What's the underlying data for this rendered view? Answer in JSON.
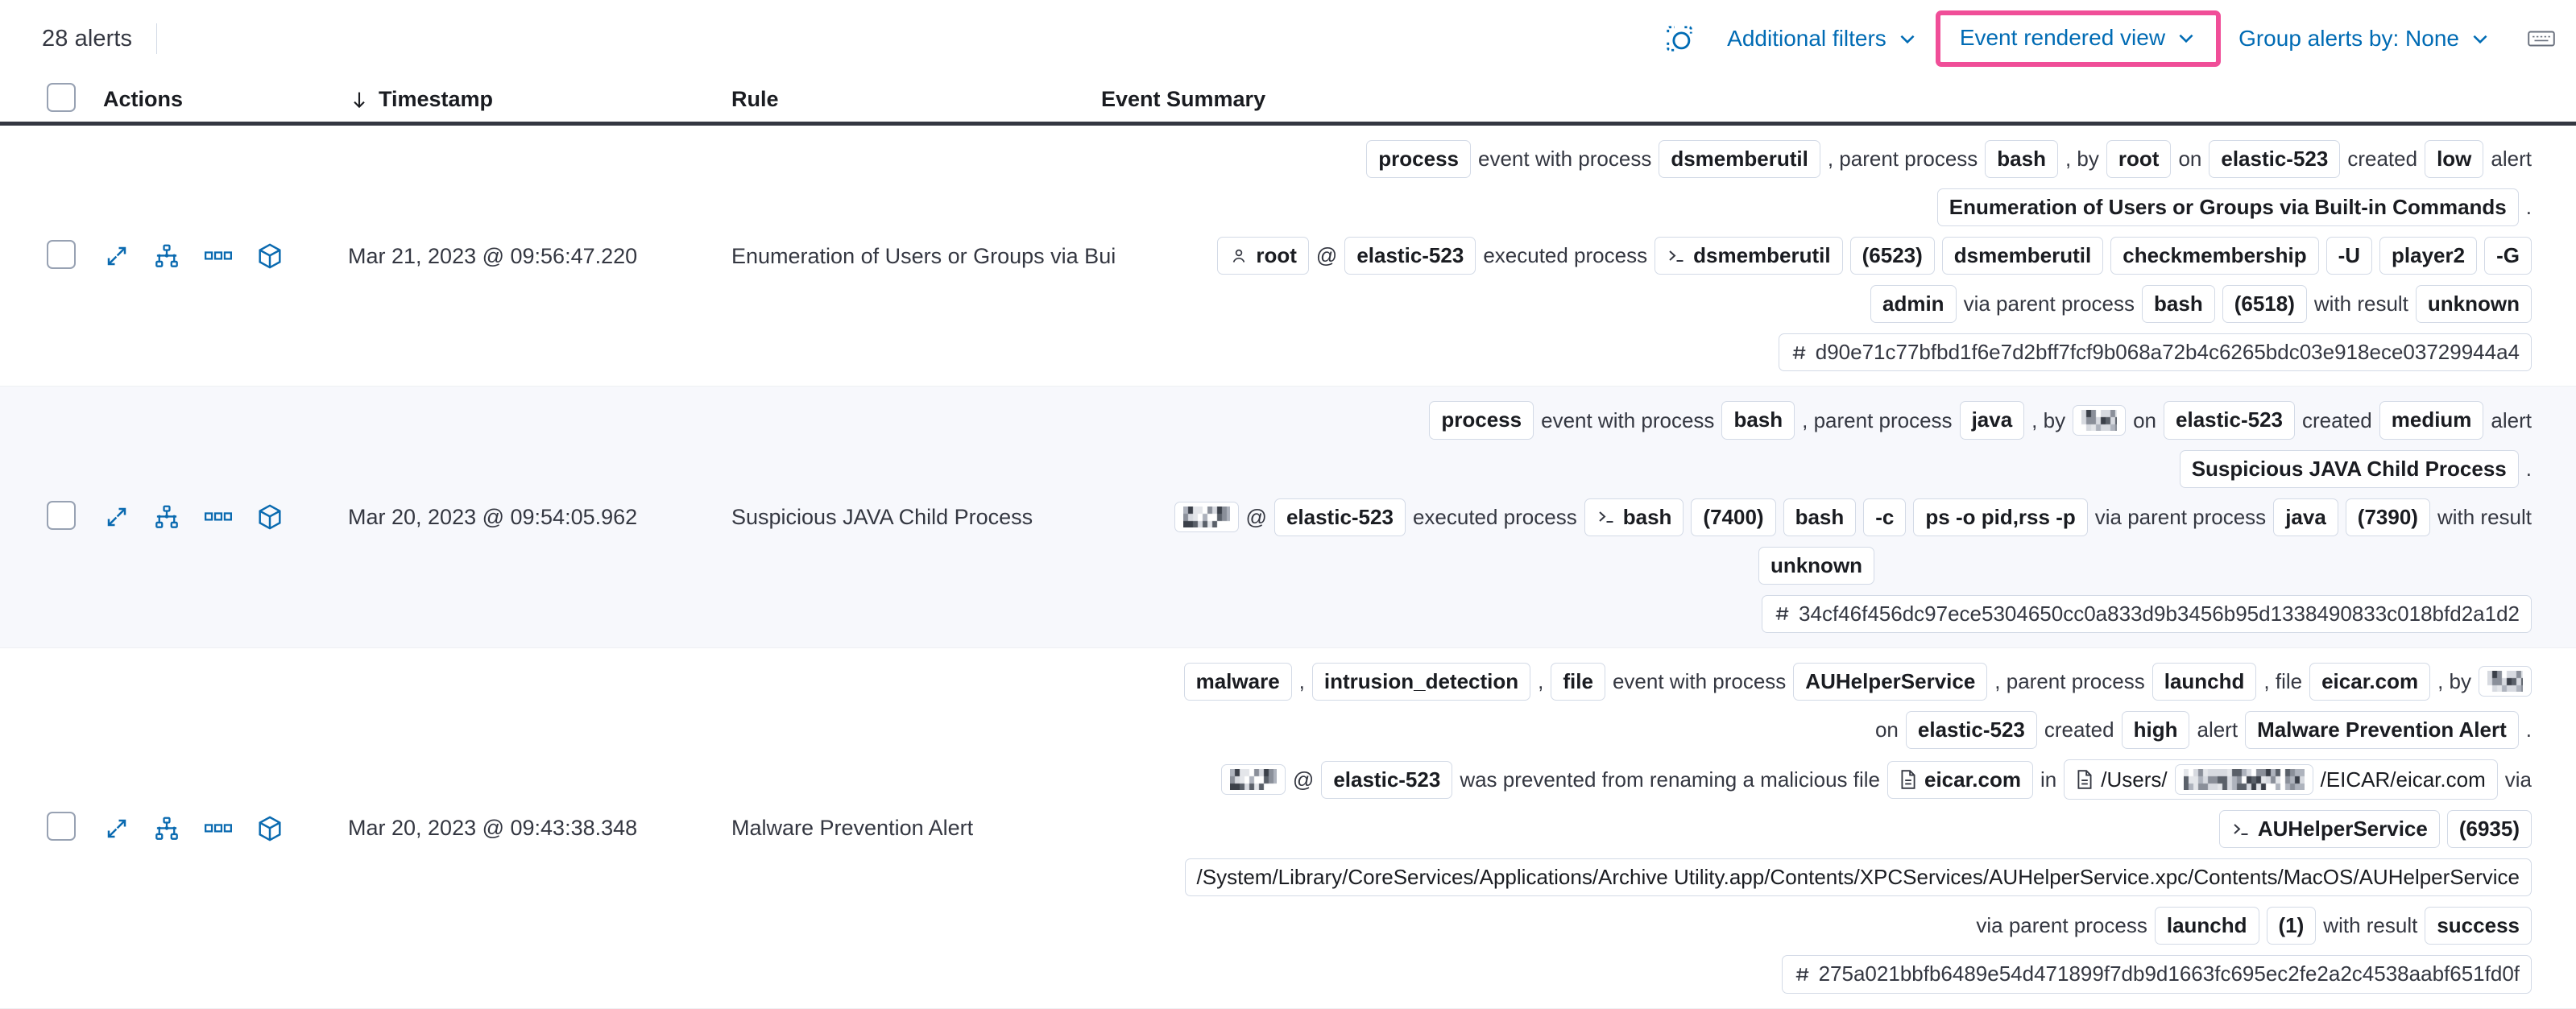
{
  "toolbar": {
    "alert_count": "28 alerts",
    "inspect_icon": "inspect-icon",
    "additional_filters": "Additional filters",
    "event_rendered_view": "Event rendered view",
    "group_alerts_by": "Group alerts by: None",
    "keyboard_icon": "keyboard-shortcut-icon",
    "highlight_color": "#f04e98",
    "link_color": "#006bb4"
  },
  "table": {
    "columns": {
      "actions": "Actions",
      "timestamp": "Timestamp",
      "rule": "Rule",
      "event_summary": "Event Summary"
    },
    "sort_direction_icon": "arrow-down-icon",
    "row_actions": [
      "expand-icon",
      "analyze-event-icon",
      "more-actions-icon",
      "session-view-icon"
    ]
  },
  "rows": [
    {
      "timestamp": "Mar 21, 2023 @ 09:56:47.220",
      "rule": "Enumeration of Users or Groups via Bui",
      "summary_lines": [
        {
          "align": "right",
          "tokens": [
            {
              "t": "pill",
              "v": "process"
            },
            {
              "t": "txt",
              "v": "event with process"
            },
            {
              "t": "pill",
              "v": "dsmemberutil"
            },
            {
              "t": "txt",
              "v": ", parent process"
            },
            {
              "t": "pill",
              "v": "bash"
            },
            {
              "t": "txt",
              "v": ", by"
            },
            {
              "t": "pill",
              "v": "root"
            },
            {
              "t": "txt",
              "v": "on"
            },
            {
              "t": "pill",
              "v": "elastic-523"
            },
            {
              "t": "txt",
              "v": "created"
            },
            {
              "t": "pill",
              "v": "low"
            },
            {
              "t": "txt",
              "v": "alert"
            }
          ]
        },
        {
          "align": "right",
          "tokens": [
            {
              "t": "pill",
              "v": "Enumeration of Users or Groups via Built-in Commands"
            },
            {
              "t": "txt",
              "v": "."
            }
          ]
        },
        {
          "align": "right",
          "tokens": [
            {
              "t": "pill",
              "v": "root",
              "icon": "user-icon"
            },
            {
              "t": "txt",
              "v": "@"
            },
            {
              "t": "pill",
              "v": "elastic-523"
            },
            {
              "t": "txt",
              "v": "executed process"
            },
            {
              "t": "pill",
              "v": "dsmemberutil",
              "icon": "console-icon"
            },
            {
              "t": "pill",
              "v": "(6523)",
              "bold": false
            },
            {
              "t": "pill",
              "v": "dsmemberutil"
            },
            {
              "t": "pill",
              "v": "checkmembership"
            },
            {
              "t": "pill",
              "v": "-U"
            },
            {
              "t": "pill",
              "v": "player2"
            },
            {
              "t": "pill",
              "v": "-G"
            }
          ]
        },
        {
          "align": "right",
          "tokens": [
            {
              "t": "pill",
              "v": "admin"
            },
            {
              "t": "txt",
              "v": "via parent process"
            },
            {
              "t": "pill",
              "v": "bash"
            },
            {
              "t": "pill",
              "v": "(6518)"
            },
            {
              "t": "txt",
              "v": "with result"
            },
            {
              "t": "pill",
              "v": "unknown"
            }
          ]
        },
        {
          "align": "right",
          "tokens": [
            {
              "t": "pill",
              "v": "d90e71c77bfbd1f6e7d2bff7fcf9b068a72b4c6265bdc03e918ece03729944a4",
              "icon": "hash-icon",
              "plain": true
            }
          ]
        }
      ]
    },
    {
      "timestamp": "Mar 20, 2023 @ 09:54:05.962",
      "rule": "Suspicious JAVA Child Process",
      "summary_lines": [
        {
          "align": "right",
          "tokens": [
            {
              "t": "pill",
              "v": "process"
            },
            {
              "t": "txt",
              "v": "event with process"
            },
            {
              "t": "pill",
              "v": "bash"
            },
            {
              "t": "txt",
              "v": ", parent process"
            },
            {
              "t": "pill",
              "v": "java"
            },
            {
              "t": "txt",
              "v": ", by"
            },
            {
              "t": "redact",
              "v": "",
              "w": 44
            },
            {
              "t": "txt",
              "v": "on"
            },
            {
              "t": "pill",
              "v": "elastic-523"
            },
            {
              "t": "txt",
              "v": "created"
            },
            {
              "t": "pill",
              "v": "medium"
            },
            {
              "t": "txt",
              "v": "alert"
            }
          ]
        },
        {
          "align": "right",
          "tokens": [
            {
              "t": "pill",
              "v": "Suspicious JAVA Child Process"
            },
            {
              "t": "txt",
              "v": "."
            }
          ]
        },
        {
          "align": "right",
          "tokens": [
            {
              "t": "redact",
              "v": "",
              "w": 58
            },
            {
              "t": "txt",
              "v": "@"
            },
            {
              "t": "pill",
              "v": "elastic-523"
            },
            {
              "t": "txt",
              "v": "executed process"
            },
            {
              "t": "pill",
              "v": "bash",
              "icon": "console-icon"
            },
            {
              "t": "pill",
              "v": "(7400)"
            },
            {
              "t": "pill",
              "v": "bash"
            },
            {
              "t": "pill",
              "v": "-c"
            },
            {
              "t": "pill",
              "v": "ps -o pid,rss -p"
            },
            {
              "t": "txt",
              "v": "via parent process"
            },
            {
              "t": "pill",
              "v": "java"
            },
            {
              "t": "pill",
              "v": "(7390)"
            },
            {
              "t": "txt",
              "v": "with result"
            }
          ]
        },
        {
          "align": "center",
          "tokens": [
            {
              "t": "pill",
              "v": "unknown"
            }
          ]
        },
        {
          "align": "right",
          "tokens": [
            {
              "t": "pill",
              "v": "34cf46f456dc97ece5304650cc0a833d9b3456b95d1338490833c018bfd2a1d2",
              "icon": "hash-icon",
              "plain": true
            }
          ]
        }
      ]
    },
    {
      "timestamp": "Mar 20, 2023 @ 09:43:38.348",
      "rule": "Malware Prevention Alert",
      "summary_lines": [
        {
          "align": "right",
          "tokens": [
            {
              "t": "pill",
              "v": "malware"
            },
            {
              "t": "txt",
              "v": ","
            },
            {
              "t": "pill",
              "v": "intrusion_detection"
            },
            {
              "t": "txt",
              "v": ","
            },
            {
              "t": "pill",
              "v": "file"
            },
            {
              "t": "txt",
              "v": "event with process"
            },
            {
              "t": "pill",
              "v": "AUHelperService"
            },
            {
              "t": "txt",
              "v": ", parent process"
            },
            {
              "t": "pill",
              "v": "launchd"
            },
            {
              "t": "txt",
              "v": ", file"
            },
            {
              "t": "pill",
              "v": "eicar.com"
            },
            {
              "t": "txt",
              "v": ", by"
            },
            {
              "t": "redact",
              "v": "",
              "w": 44
            }
          ]
        },
        {
          "align": "right",
          "tokens": [
            {
              "t": "txt",
              "v": "on"
            },
            {
              "t": "pill",
              "v": "elastic-523"
            },
            {
              "t": "txt",
              "v": "created"
            },
            {
              "t": "pill",
              "v": "high"
            },
            {
              "t": "txt",
              "v": "alert"
            },
            {
              "t": "pill",
              "v": "Malware Prevention Alert"
            },
            {
              "t": "txt",
              "v": "."
            }
          ]
        },
        {
          "align": "right",
          "tokens": [
            {
              "t": "redact",
              "v": "",
              "w": 58
            },
            {
              "t": "txt",
              "v": "@"
            },
            {
              "t": "pill",
              "v": "elastic-523"
            },
            {
              "t": "txt",
              "v": "was prevented from renaming a malicious file"
            },
            {
              "t": "pill",
              "v": "eicar.com",
              "icon": "file-icon"
            },
            {
              "t": "txt",
              "v": "in"
            },
            {
              "t": "pillredact",
              "v": "/Users/",
              "v2": "/EICAR/eicar.com",
              "icon": "file-icon"
            },
            {
              "t": "txt",
              "v": "via"
            }
          ]
        },
        {
          "align": "right",
          "tokens": [
            {
              "t": "pill",
              "v": "AUHelperService",
              "icon": "console-icon"
            },
            {
              "t": "pill",
              "v": "(6935)"
            }
          ]
        },
        {
          "align": "right",
          "tokens": [
            {
              "t": "pill",
              "v": "/System/Library/CoreServices/Applications/Archive Utility.app/Contents/XPCServices/AUHelperService.xpc/Contents/MacOS/AUHelperService",
              "plain": true
            }
          ]
        },
        {
          "align": "right",
          "tokens": [
            {
              "t": "txt",
              "v": "via parent process"
            },
            {
              "t": "pill",
              "v": "launchd"
            },
            {
              "t": "pill",
              "v": "(1)"
            },
            {
              "t": "txt",
              "v": "with result"
            },
            {
              "t": "pill",
              "v": "success"
            }
          ]
        },
        {
          "align": "right",
          "tokens": [
            {
              "t": "pill",
              "v": "275a021bbfb6489e54d471899f7db9d1663fc695ec2fe2a2c4538aabf651fd0f",
              "icon": "hash-icon",
              "plain": true
            }
          ]
        }
      ]
    }
  ]
}
